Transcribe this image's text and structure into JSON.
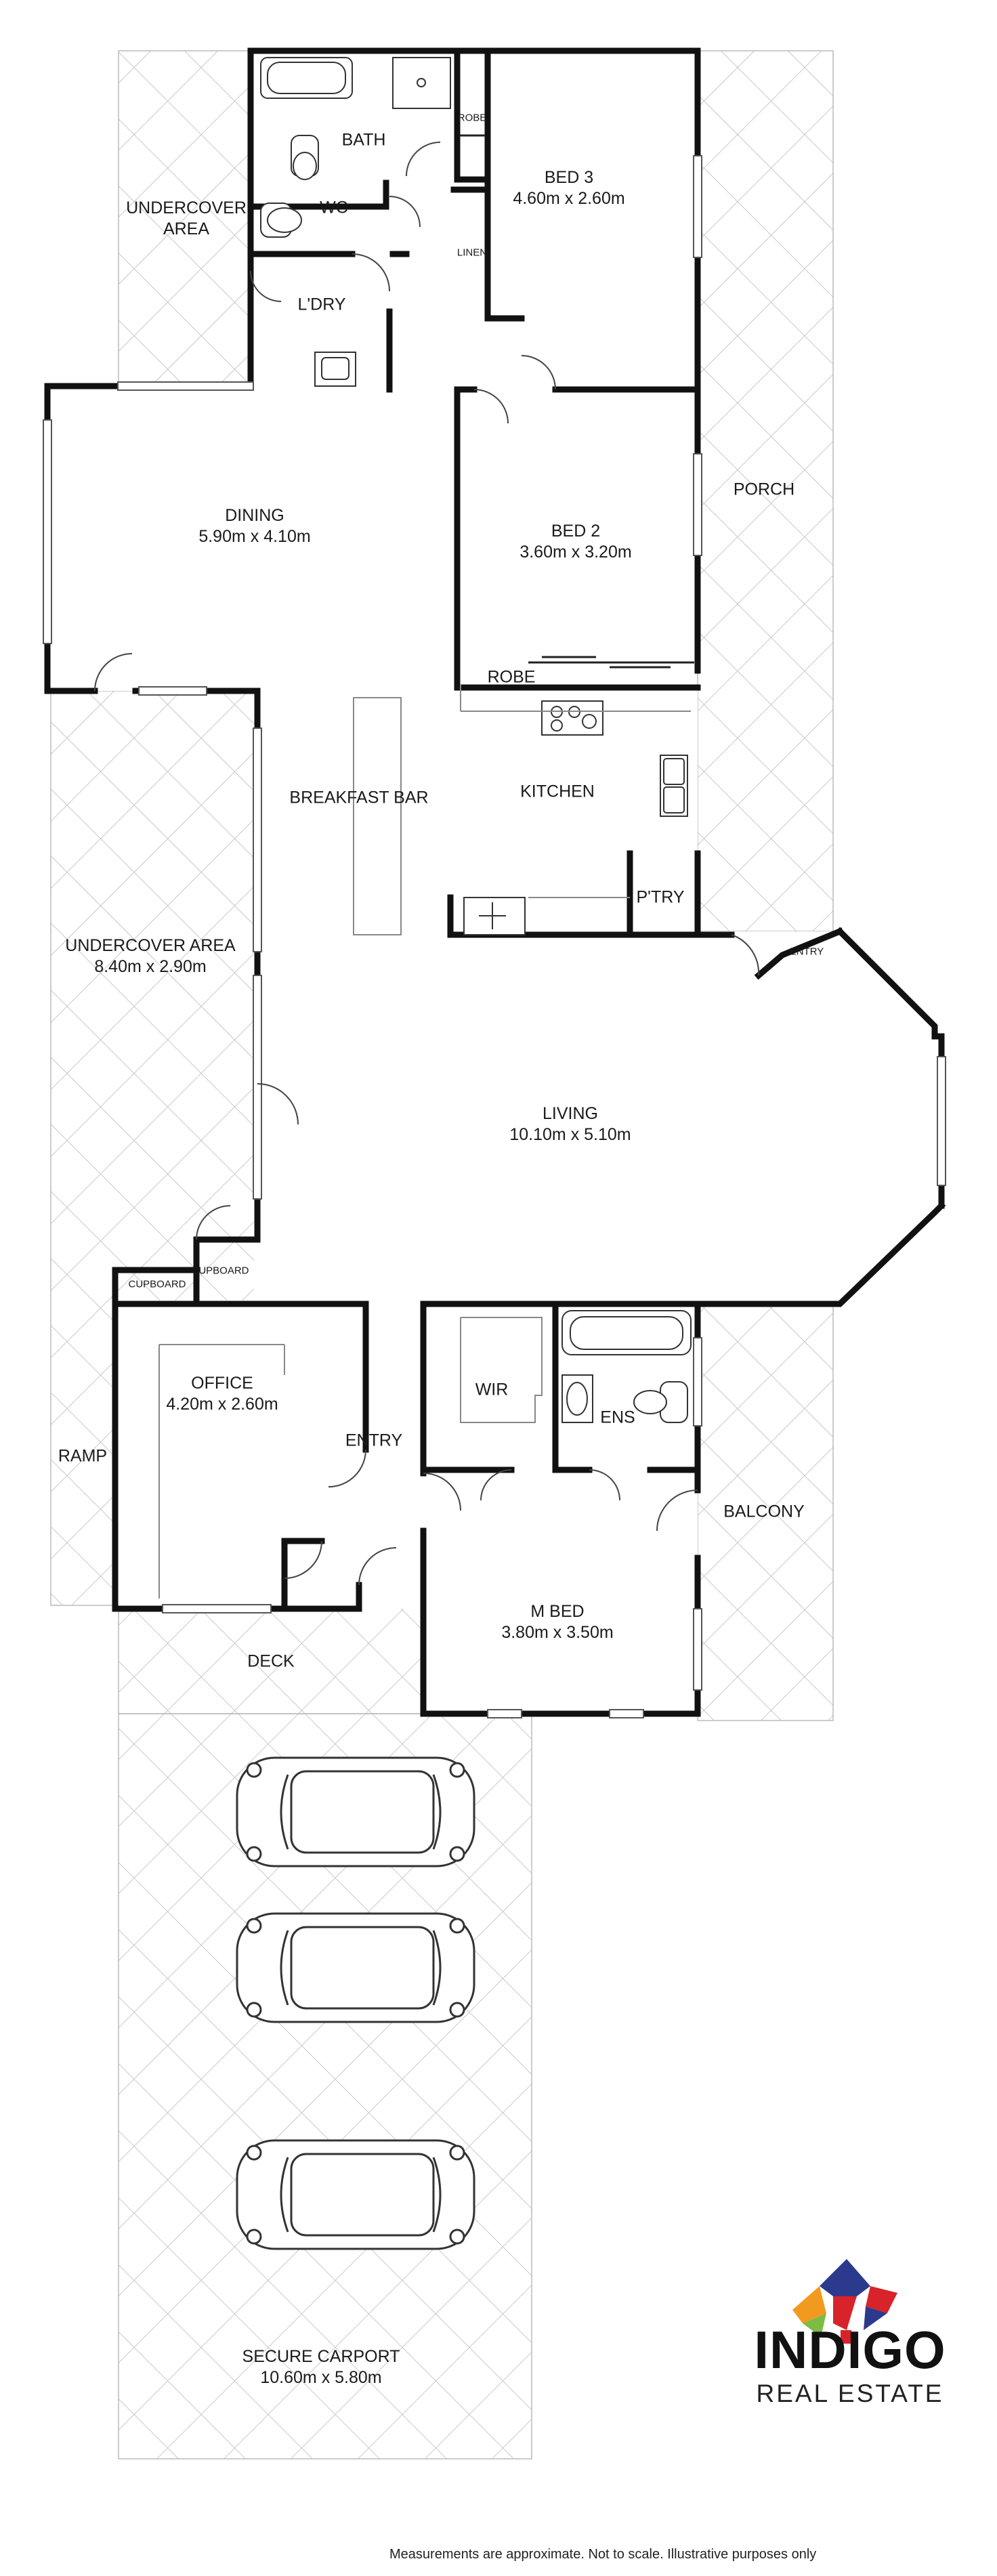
{
  "rooms": {
    "bath": {
      "name": "BATH"
    },
    "wc": {
      "name": "WC"
    },
    "robe_small": {
      "name": "ROBE"
    },
    "linen": {
      "name": "LINEN"
    },
    "bed3": {
      "name": "BED 3",
      "dims": "4.60m x 2.60m"
    },
    "undercover_top": {
      "name": "UNDERCOVER\nAREA"
    },
    "laundry": {
      "name": "L'DRY"
    },
    "dining": {
      "name": "DINING",
      "dims": "5.90m x 4.10m"
    },
    "bed2": {
      "name": "BED 2",
      "dims": "3.60m x 3.20m"
    },
    "robe_bed2": {
      "name": "ROBE"
    },
    "porch": {
      "name": "PORCH"
    },
    "breakfast_bar": {
      "name": "BREAKFAST BAR"
    },
    "kitchen": {
      "name": "KITCHEN"
    },
    "pantry": {
      "name": "P'TRY"
    },
    "entry_side": {
      "name": "ENTRY"
    },
    "undercover_main": {
      "name": "UNDERCOVER AREA",
      "dims": "8.40m x 2.90m"
    },
    "living": {
      "name": "LIVING",
      "dims": "10.10m x 5.10m"
    },
    "cupboard_left": {
      "name": "CUPBOARD"
    },
    "cupboard_right": {
      "name": "CUPBOARD"
    },
    "office": {
      "name": "OFFICE",
      "dims": "4.20m x 2.60m"
    },
    "wir": {
      "name": "WIR"
    },
    "ens": {
      "name": "ENS"
    },
    "entry_main": {
      "name": "ENTRY"
    },
    "balcony": {
      "name": "BALCONY"
    },
    "ramp": {
      "name": "RAMP"
    },
    "mbed": {
      "name": "M BED",
      "dims": "3.80m x 3.50m"
    },
    "deck": {
      "name": "DECK"
    },
    "carport": {
      "name": "SECURE CARPORT",
      "dims": "10.60m x 5.80m"
    }
  },
  "logo": {
    "name": "INDIGO",
    "sub": "REAL ESTATE"
  },
  "disclaimer": "Measurements are approximate.  Not to scale.  Illustrative purposes only",
  "colors": {
    "wall": "#111111",
    "hatch": "#c6c6c6",
    "logo_red": "#d8232a",
    "logo_orange": "#f29a1f",
    "logo_green": "#7dbb42",
    "logo_navy": "#2b3a8c"
  }
}
